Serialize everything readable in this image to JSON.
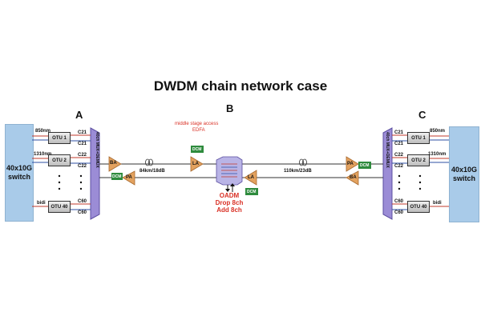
{
  "title": "DWDM chain network case",
  "sites": {
    "a": "A",
    "b": "B",
    "c": "C"
  },
  "switch_label_line1": "40x10G",
  "switch_label_line2": "switch",
  "mux_label": "40ch MUX+DEMUX",
  "otu": {
    "1": "OTU 1",
    "2": "OTU 2",
    "40": "OTU 40"
  },
  "ports": {
    "c21": "C21",
    "c22": "C22",
    "c60": "C60"
  },
  "client_optics": {
    "nm850": "850nm",
    "nm1310": "1310nm",
    "bidi": "bidi"
  },
  "amplifiers": {
    "ba": "BA",
    "pa": "PA",
    "la": "LA",
    "dcm": "DCM"
  },
  "links": {
    "ab": "84km/18dB",
    "bc": "110km/23dB"
  },
  "middle_stage": {
    "line1": "middle stage access",
    "line2": "EDFA"
  },
  "oadm": {
    "line1": "OADM",
    "line2": "Drop 8ch",
    "line3": "Add 8ch"
  },
  "colors": {
    "switch": "#a9cbe9",
    "mux": "#9b8cd6",
    "amp": "#e3a25f",
    "dcm": "#2e8b3d",
    "line_red": "#c0392b",
    "line_blue": "#2c4fa3"
  }
}
